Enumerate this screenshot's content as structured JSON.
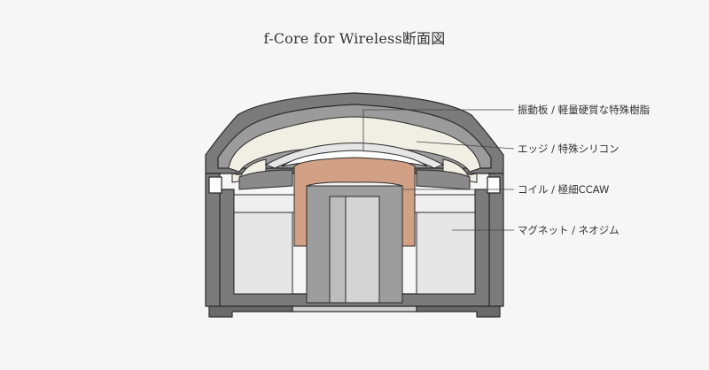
{
  "title": "f-Core for Wireless断面図",
  "labels": [
    {
      "id": "diaphragm",
      "text": "振動板 / 軽量硬質な特殊樹脂"
    },
    {
      "id": "edge",
      "text": "エッジ / 特殊シリコン"
    },
    {
      "id": "coil",
      "text": "コイル / 極細CCAW"
    },
    {
      "id": "magnet",
      "text": "マグネット / ネオジム"
    }
  ],
  "colors": {
    "background": "#f6f6f6",
    "housing": "#7b7b7b",
    "edge_rim": "#f1efe3",
    "coil": "#d2a084",
    "magnet": "#e6e6e6",
    "center_pole": "#9d9d9d"
  }
}
